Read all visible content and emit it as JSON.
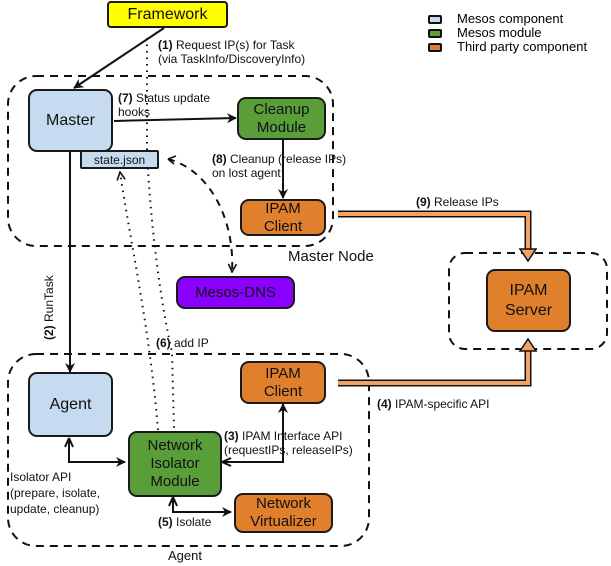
{
  "legend": [
    {
      "label": "Mesos component",
      "color": "#c6dbef"
    },
    {
      "label": "Mesos module",
      "color": "#5a9e3a"
    },
    {
      "label": "Third party component",
      "color": "#e07f2c"
    }
  ],
  "nodes": {
    "framework": "Framework",
    "master": "Master",
    "state_json": "state.json",
    "cleanup_module": "Cleanup\nModule",
    "master_ipam_client": "IPAM\nClient",
    "mesos_dns": "Mesos-DNS",
    "ipam_server": "IPAM\nServer",
    "agent": "Agent",
    "agent_ipam_client": "IPAM\nClient",
    "network_isolator_module": "Network\nIsolator\nModule",
    "network_virtualizer": "Network\nVirtualizer"
  },
  "regions": {
    "master_node": "Master Node",
    "agent": "Agent"
  },
  "edges": {
    "step1": {
      "num": "(1)",
      "text": " Request IP(s) for Task\n(via TaskInfo/DiscoveryInfo)"
    },
    "step2": {
      "num": "(2)",
      "text": " RunTask"
    },
    "step3": {
      "num": "(3)",
      "text": " IPAM Interface API\n(requestIPs, releaseIPs)"
    },
    "step4": {
      "num": "(4)",
      "text": " IPAM-specific API"
    },
    "step5": {
      "num": "(5)",
      "text": " Isolate"
    },
    "step6": {
      "num": "(6)",
      "text": " add IP"
    },
    "step7": {
      "num": "(7)",
      "text": " Status update\n     hooks"
    },
    "step8": {
      "num": "(8)",
      "text": " Cleanup (release IPs)\non lost agent"
    },
    "step9": {
      "num": "(9)",
      "text": " Release IPs"
    },
    "isolator_api": "Isolator API\n(prepare, isolate,\nupdate, cleanup)"
  }
}
